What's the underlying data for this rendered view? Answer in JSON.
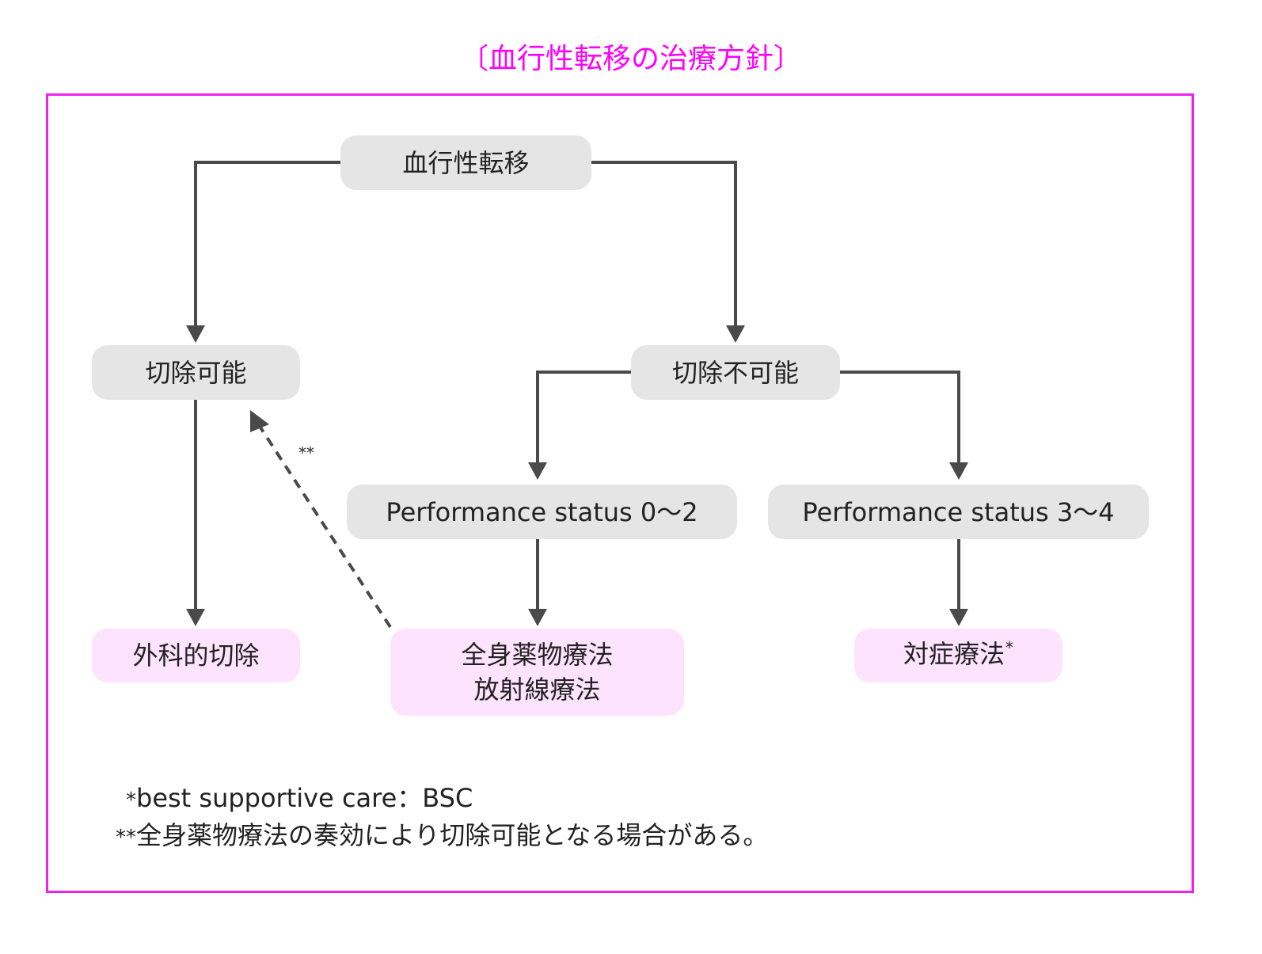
{
  "title": "〔血行性転移の治療方針〕",
  "nodes": {
    "root": "血行性転移",
    "resectable": "切除可能",
    "unresectable": "切除不可能",
    "ps_low": "Performance status 0〜2",
    "ps_high": "Performance status 3〜4",
    "surgery": "外科的切除",
    "systemic_line1": "全身薬物療法",
    "systemic_line2": "放射線療法",
    "symptomatic": "対症療法",
    "symptomatic_mark": "*"
  },
  "dashed_arrow_label": "**",
  "notes": [
    {
      "mark": "*",
      "text": "best supportive care：BSC"
    },
    {
      "mark": "**",
      "text": "全身薬物療法の奏効により切除可能となる場合がある。"
    }
  ],
  "colors": {
    "title": "#ff00ff",
    "frame": "#ee22ee",
    "node_gray": "#e5e5e5",
    "node_pink": "#fde3fd",
    "connector": "#4a4a4a"
  }
}
